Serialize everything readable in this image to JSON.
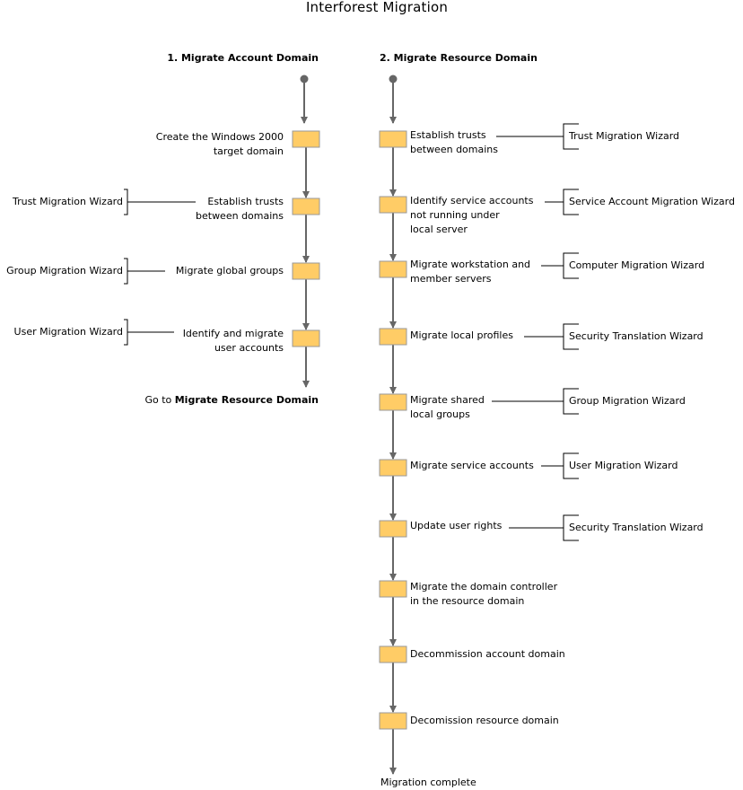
{
  "title": "Interforest Migration",
  "colors": {
    "box_fill": "#FFCC66",
    "box_stroke": "#999999",
    "arrow": "#666666",
    "bracket": "#000000"
  },
  "account": {
    "heading": "1. Migrate Account Domain",
    "steps": [
      {
        "label": [
          "Create the Windows 2000",
          "target domain"
        ],
        "tool": ""
      },
      {
        "label": [
          "Establish trusts",
          "between domains"
        ],
        "tool": "Trust Migration Wizard"
      },
      {
        "label": [
          "Migrate global groups"
        ],
        "tool": "Group Migration Wizard"
      },
      {
        "label": [
          "Identify and migrate",
          "user accounts"
        ],
        "tool": "User Migration Wizard"
      }
    ],
    "end_prefix": "Go to ",
    "end_bold": "Migrate Resource Domain"
  },
  "resource": {
    "heading": "2. Migrate Resource Domain",
    "steps": [
      {
        "label": [
          "Establish trusts",
          "between domains"
        ],
        "tool": "Trust Migration Wizard"
      },
      {
        "label": [
          "Identify service accounts",
          "not running under",
          "local server"
        ],
        "tool": "Service Account Migration Wizard"
      },
      {
        "label": [
          "Migrate workstation and",
          "member servers"
        ],
        "tool": "Computer Migration Wizard"
      },
      {
        "label": [
          "Migrate local profiles"
        ],
        "tool": "Security Translation Wizard"
      },
      {
        "label": [
          "Migrate shared",
          "local groups"
        ],
        "tool": "Group Migration Wizard"
      },
      {
        "label": [
          "Migrate service accounts"
        ],
        "tool": "User Migration Wizard"
      },
      {
        "label": [
          "Update user rights"
        ],
        "tool": "Security Translation Wizard"
      },
      {
        "label": [
          "Migrate the domain controller",
          "in the resource domain"
        ],
        "tool": ""
      },
      {
        "label": [
          "Decommission account domain"
        ],
        "tool": ""
      },
      {
        "label": [
          "Decomission resource domain"
        ],
        "tool": ""
      }
    ],
    "end": "Migration complete"
  }
}
